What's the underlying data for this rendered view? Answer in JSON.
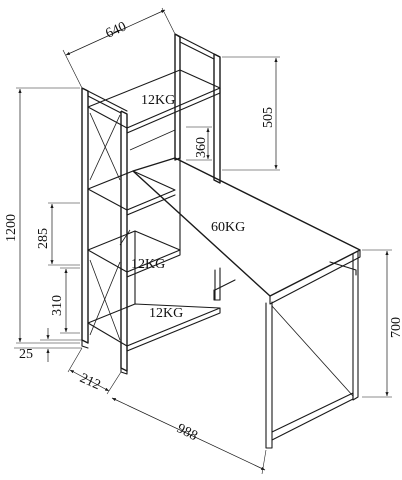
{
  "load_labels": {
    "top_shelf": "12KG",
    "desktop": "60KG",
    "middle_shelf": "12KG",
    "bottom_shelf": "12KG"
  },
  "dimensions": {
    "depth_top": "640",
    "shelf_height_top": "505",
    "top_section": "360",
    "total_height": "1200",
    "shelf_gap_upper": "285",
    "shelf_gap_lower": "310",
    "foot_clearance": "25",
    "shelf_width": "212",
    "desk_length": "988",
    "desk_height": "700"
  }
}
